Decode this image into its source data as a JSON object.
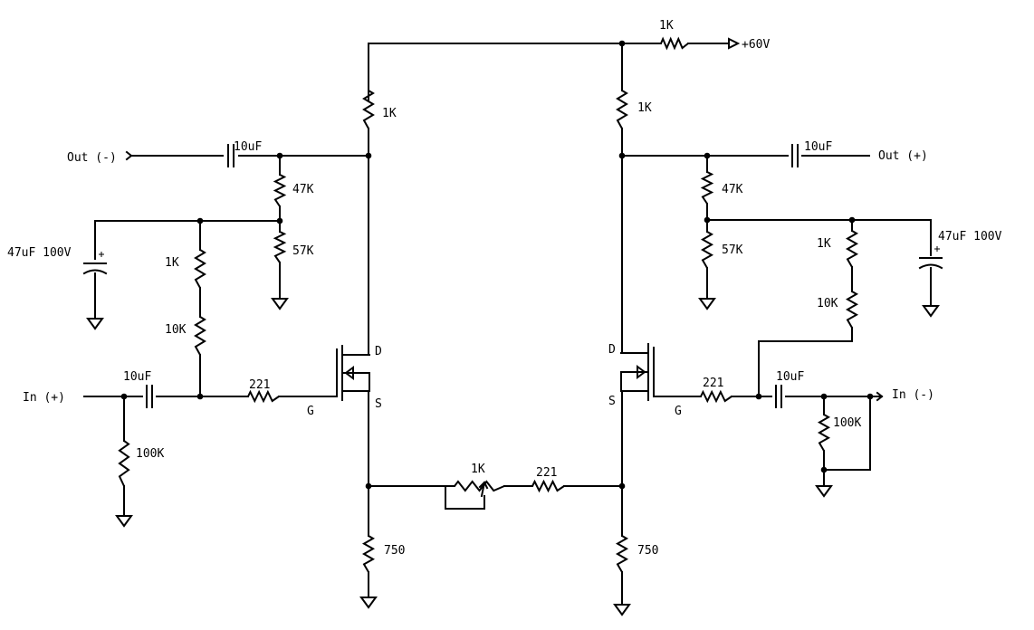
{
  "supply": {
    "label": "+60V",
    "resistor": "1K"
  },
  "left": {
    "output_label": "Out (-)",
    "input_label": "In (+)",
    "drain_resistor": "1K",
    "out_cap": "10uF",
    "bias_upper": "47K",
    "bias_lower": "57K",
    "bypass_cap": "47uF 100V",
    "fb_r1": "1K",
    "fb_r2": "10K",
    "in_cap": "10uF",
    "gate_resistor": "221",
    "in_pulldown": "100K",
    "source_resistor": "750",
    "pin_d": "D",
    "pin_g": "G",
    "pin_s": "S"
  },
  "right": {
    "output_label": "Out (+)",
    "input_label": "In (-)",
    "drain_resistor": "1K",
    "out_cap": "10uF",
    "bias_upper": "47K",
    "bias_lower": "57K",
    "bypass_cap": "47uF 100V",
    "fb_r1": "1K",
    "fb_r2": "10K",
    "in_cap": "10uF",
    "gate_resistor": "221",
    "in_pulldown": "100K",
    "source_resistor": "750",
    "pin_d": "D",
    "pin_g": "G",
    "pin_s": "S"
  },
  "balance": {
    "pot": "1K",
    "resistor": "221"
  }
}
